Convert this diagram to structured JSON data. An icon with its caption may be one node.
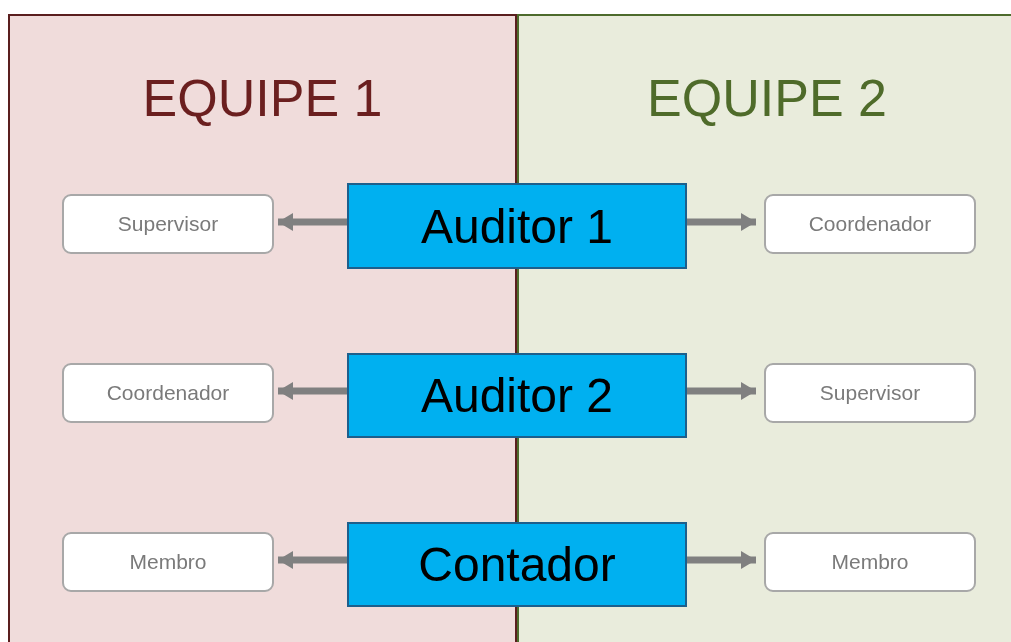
{
  "diagram": {
    "nodes": [
      {
        "text": [
          "EQUIPE 1"
        ]
      },
      {
        "text": [
          "EQUIPE 2"
        ]
      },
      {
        "text": [
          "Supervisor"
        ],
        "in": 0
      },
      {
        "text": [
          "Auditor 1"
        ]
      },
      {
        "text": [
          "Coordenador"
        ],
        "in": 1
      },
      {
        "text": [
          "Coordenador"
        ],
        "in": 0
      },
      {
        "text": [
          "Auditor 2"
        ]
      },
      {
        "text": [
          "Supervisor"
        ],
        "in": 1
      },
      {
        "text": [
          "Membro"
        ],
        "in": 0
      },
      {
        "text": [
          "Contador"
        ]
      },
      {
        "text": [
          "Membro"
        ],
        "in": 1
      }
    ],
    "edges": [
      {
        "from": 3,
        "to": 2,
        "arrow": "to"
      },
      {
        "from": 3,
        "to": 4,
        "arrow": "to"
      },
      {
        "from": 6,
        "to": 5,
        "arrow": "to"
      },
      {
        "from": 6,
        "to": 7,
        "arrow": "to"
      },
      {
        "from": 9,
        "to": 8,
        "arrow": "to"
      },
      {
        "from": 9,
        "to": 10,
        "arrow": "to"
      }
    ]
  }
}
